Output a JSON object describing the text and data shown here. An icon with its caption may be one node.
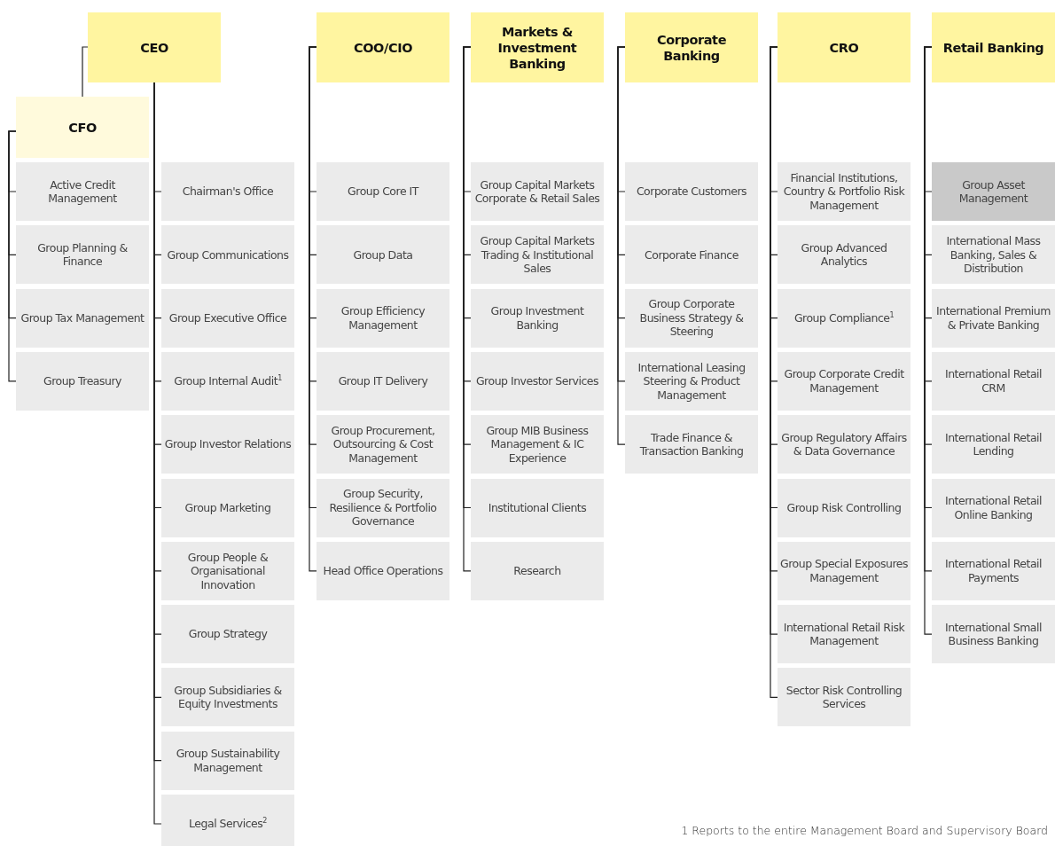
{
  "diagram": {
    "nodes": [
      {
        "text": [
          "CEO"
        ]
      },
      {
        "text": [
          "CFO"
        ]
      },
      {
        "text": [
          "Active Credit Management"
        ]
      },
      {
        "text": [
          "Group Planning & Finance"
        ]
      },
      {
        "text": [
          "Group Tax Management"
        ]
      },
      {
        "text": [
          "Group Treasury"
        ]
      },
      {
        "text": [
          "Chairman's Office"
        ]
      },
      {
        "text": [
          "Group Communications"
        ]
      },
      {
        "text": [
          "Group Executive Office"
        ]
      },
      {
        "text": [
          "Group Internal Audit$^{1}$"
        ]
      },
      {
        "text": [
          "Group Investor Relations"
        ]
      },
      {
        "text": [
          "Group Marketing"
        ]
      },
      {
        "text": [
          "Group People & Organisational Innovation"
        ]
      },
      {
        "text": [
          "Group Strategy"
        ]
      },
      {
        "text": [
          "Group Subsidiaries & Equity Investments"
        ]
      },
      {
        "text": [
          "Group Sustainability Management"
        ]
      },
      {
        "text": [
          "Legal Services$^{2}$"
        ]
      },
      {
        "text": [
          "COO/CIO"
        ]
      },
      {
        "text": [
          "Group Core IT"
        ]
      },
      {
        "text": [
          "Group Data"
        ]
      },
      {
        "text": [
          "Group Efficiency Management"
        ]
      },
      {
        "text": [
          "Group IT Delivery"
        ]
      },
      {
        "text": [
          "Group Procurement, Outsourcing & Cost Management"
        ]
      },
      {
        "text": [
          "Group Security, Resilience & Portfolio Governance"
        ]
      },
      {
        "text": [
          "Head Office Operations"
        ]
      },
      {
        "text": [
          "Markets & Investment Banking"
        ]
      },
      {
        "text": [
          "Group Capital Markets Corporate & Retail Sales"
        ]
      },
      {
        "text": [
          "Group Capital Markets Trading & Institutional Sales"
        ]
      },
      {
        "text": [
          "Group Investment Banking"
        ]
      },
      {
        "text": [
          "Group Investor Services"
        ]
      },
      {
        "text": [
          "Group MIB Business Management & IC Experience"
        ]
      },
      {
        "text": [
          "Institutional Clients"
        ]
      },
      {
        "text": [
          "Research"
        ]
      },
      {
        "text": [
          "Corporate Banking"
        ]
      },
      {
        "text": [
          "Corporate Customers"
        ]
      },
      {
        "text": [
          "Corporate Finance"
        ]
      },
      {
        "text": [
          "Group Corporate Business Strategy & Steering"
        ]
      },
      {
        "text": [
          "International Leasing Steering & Product Management"
        ]
      },
      {
        "text": [
          "Trade Finance & Transaction Banking"
        ]
      },
      {
        "text": [
          "CRO"
        ]
      },
      {
        "text": [
          "Financial Institutions, Country & Portfolio Risk Management"
        ]
      },
      {
        "text": [
          "Group Advanced Analytics"
        ]
      },
      {
        "text": [
          "Group Compliance$^{1}$"
        ]
      },
      {
        "text": [
          "Group Corporate Credit Management"
        ]
      },
      {
        "text": [
          "Group Regulatory Affairs & Data Governance"
        ]
      },
      {
        "text": [
          "Group Risk Controlling"
        ]
      },
      {
        "text": [
          "Group Special Exposures Management"
        ]
      },
      {
        "text": [
          "International Retail Risk Management"
        ]
      },
      {
        "text": [
          "Sector Risk Controlling Services"
        ]
      },
      {
        "text": [
          "Retail Banking"
        ]
      },
      {
        "text": [
          "Group Asset Management"
        ]
      },
      {
        "text": [
          "International Mass Banking, Sales & Distribution"
        ]
      },
      {
        "text": [
          "International Premium & Private Banking"
        ]
      },
      {
        "text": [
          "International Retail CRM"
        ]
      },
      {
        "text": [
          "International Retail Lending"
        ]
      },
      {
        "text": [
          "International Retail Online Banking"
        ]
      },
      {
        "text": [
          "International Retail Payments"
        ]
      },
      {
        "text": [
          "International Small Business Banking"
        ]
      }
    ],
    "edges": [
      {
        "from": 0,
        "to": 1,
        "arrow": "none"
      },
      {
        "from": 1,
        "to": 2,
        "arrow": "none"
      },
      {
        "from": 1,
        "to": 3,
        "arrow": "none"
      },
      {
        "from": 1,
        "to": 4,
        "arrow": "none"
      },
      {
        "from": 1,
        "to": 5,
        "arrow": "none"
      },
      {
        "from": 0,
        "to": 6,
        "arrow": "none"
      },
      {
        "from": 0,
        "to": 7,
        "arrow": "none"
      },
      {
        "from": 0,
        "to": 8,
        "arrow": "none"
      },
      {
        "from": 0,
        "to": 9,
        "arrow": "none"
      },
      {
        "from": 0,
        "to": 10,
        "arrow": "none"
      },
      {
        "from": 0,
        "to": 11,
        "arrow": "none"
      },
      {
        "from": 0,
        "to": 12,
        "arrow": "none"
      },
      {
        "from": 0,
        "to": 13,
        "arrow": "none"
      },
      {
        "from": 0,
        "to": 14,
        "arrow": "none"
      },
      {
        "from": 0,
        "to": 15,
        "arrow": "none"
      },
      {
        "from": 0,
        "to": 16,
        "arrow": "none"
      },
      {
        "from": 17,
        "to": 18,
        "arrow": "none"
      },
      {
        "from": 17,
        "to": 19,
        "arrow": "none"
      },
      {
        "from": 17,
        "to": 20,
        "arrow": "none"
      },
      {
        "from": 17,
        "to": 21,
        "arrow": "none"
      },
      {
        "from": 17,
        "to": 22,
        "arrow": "none"
      },
      {
        "from": 17,
        "to": 23,
        "arrow": "none"
      },
      {
        "from": 17,
        "to": 24,
        "arrow": "none"
      },
      {
        "from": 25,
        "to": 26,
        "arrow": "none"
      },
      {
        "from": 25,
        "to": 27,
        "arrow": "none"
      },
      {
        "from": 25,
        "to": 28,
        "arrow": "none"
      },
      {
        "from": 25,
        "to": 29,
        "arrow": "none"
      },
      {
        "from": 25,
        "to": 30,
        "arrow": "none"
      },
      {
        "from": 25,
        "to": 31,
        "arrow": "none"
      },
      {
        "from": 25,
        "to": 32,
        "arrow": "none"
      },
      {
        "from": 33,
        "to": 34,
        "arrow": "none"
      },
      {
        "from": 33,
        "to": 35,
        "arrow": "none"
      },
      {
        "from": 33,
        "to": 36,
        "arrow": "none"
      },
      {
        "from": 33,
        "to": 37,
        "arrow": "none"
      },
      {
        "from": 33,
        "to": 38,
        "arrow": "none"
      },
      {
        "from": 39,
        "to": 40,
        "arrow": "none"
      },
      {
        "from": 39,
        "to": 41,
        "arrow": "none"
      },
      {
        "from": 39,
        "to": 42,
        "arrow": "none"
      },
      {
        "from": 39,
        "to": 43,
        "arrow": "none"
      },
      {
        "from": 39,
        "to": 44,
        "arrow": "none"
      },
      {
        "from": 39,
        "to": 45,
        "arrow": "none"
      },
      {
        "from": 39,
        "to": 46,
        "arrow": "none"
      },
      {
        "from": 39,
        "to": 47,
        "arrow": "none"
      },
      {
        "from": 39,
        "to": 48,
        "arrow": "none"
      },
      {
        "from": 49,
        "to": 50,
        "arrow": "none"
      },
      {
        "from": 49,
        "to": 51,
        "arrow": "none"
      },
      {
        "from": 49,
        "to": 52,
        "arrow": "none"
      },
      {
        "from": 49,
        "to": 53,
        "arrow": "none"
      },
      {
        "from": 49,
        "to": 54,
        "arrow": "none"
      },
      {
        "from": 49,
        "to": 55,
        "arrow": "none"
      },
      {
        "from": 49,
        "to": 56,
        "arrow": "none"
      },
      {
        "from": 49,
        "to": 57,
        "arrow": "none"
      }
    ],
    "labels": [
      "1 Reports to the entire Management Board and Supervisory Board"
    ]
  }
}
